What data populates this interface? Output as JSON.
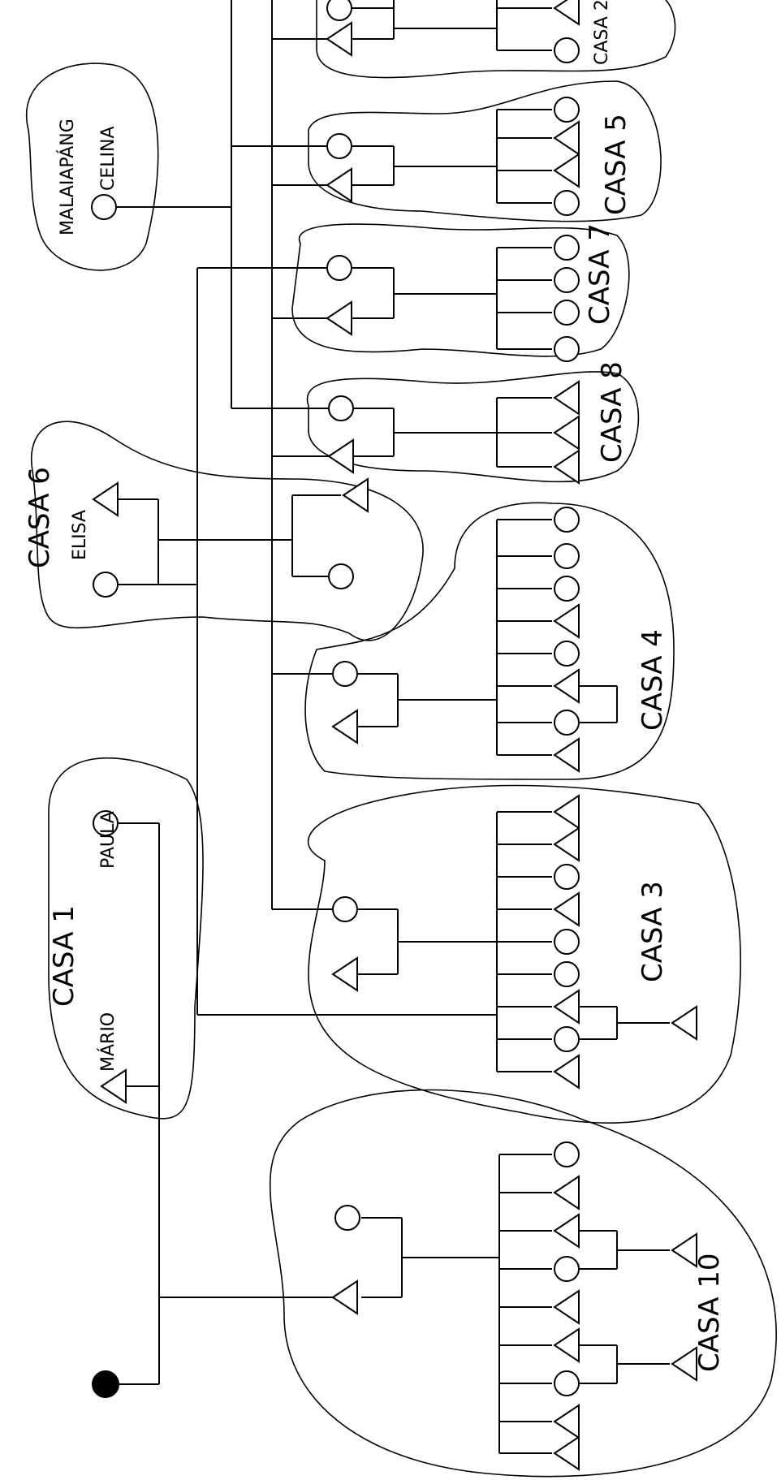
{
  "households": {
    "casa1": "CASA 1",
    "casa3": "CASA 3",
    "casa4": "CASA 4",
    "casa5": "CASA 5",
    "casa6": "CASA 6",
    "casa7": "CASA 7",
    "casa8": "CASA 8",
    "casa10": "CASA 10",
    "casa_partial": "CASA 2"
  },
  "people": {
    "mario": "MÁRIO",
    "paula": "PAULA",
    "elisa": "ELISA",
    "celina": "CELINA"
  },
  "places": {
    "malaiapang": "MALAIAPÁNG"
  }
}
